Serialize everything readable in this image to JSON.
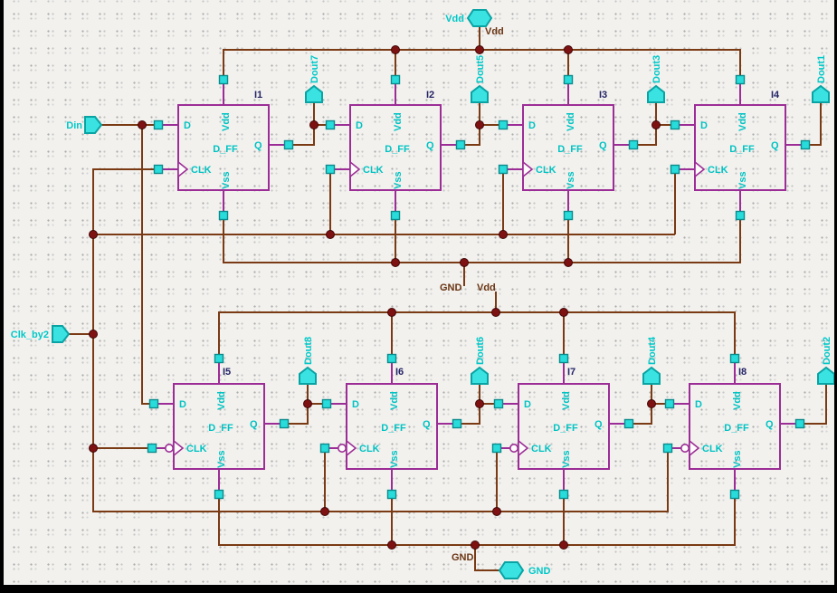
{
  "colors": {
    "background": "#f2f1ee",
    "wire": "#7a3a14",
    "symbol_outline": "#9c2d96",
    "pin_square": "#28dcdc",
    "port_fill": "#3ae2e2",
    "junction": "#7e1111",
    "pin_text": "#00c3c3",
    "net_text": "#6b3412",
    "instance_text": "#232366"
  },
  "symbol": {
    "type_label": "D_FF",
    "pin_d": "D",
    "pin_clk": "CLK",
    "pin_q": "Q",
    "pin_vdd": "Vdd",
    "pin_vss": "Vss"
  },
  "instances": [
    {
      "name": "I1"
    },
    {
      "name": "I2"
    },
    {
      "name": "I3"
    },
    {
      "name": "I4"
    },
    {
      "name": "I5"
    },
    {
      "name": "I6"
    },
    {
      "name": "I7"
    },
    {
      "name": "I8"
    }
  ],
  "ports": {
    "din": {
      "label": "Din"
    },
    "clk_by2": {
      "label": "Clk_by2"
    },
    "vdd": {
      "label": "Vdd",
      "wire_label": "Vdd"
    },
    "gnd": {
      "label": "GND",
      "wire_label": "GND"
    },
    "outputs_top": [
      "Dout7",
      "Dout5",
      "Dout3",
      "Dout1"
    ],
    "outputs_bottom": [
      "Dout8",
      "Dout6",
      "Dout4",
      "Dout2"
    ]
  },
  "net_labels": {
    "gnd_mid": "GND",
    "vdd_mid": "Vdd"
  }
}
